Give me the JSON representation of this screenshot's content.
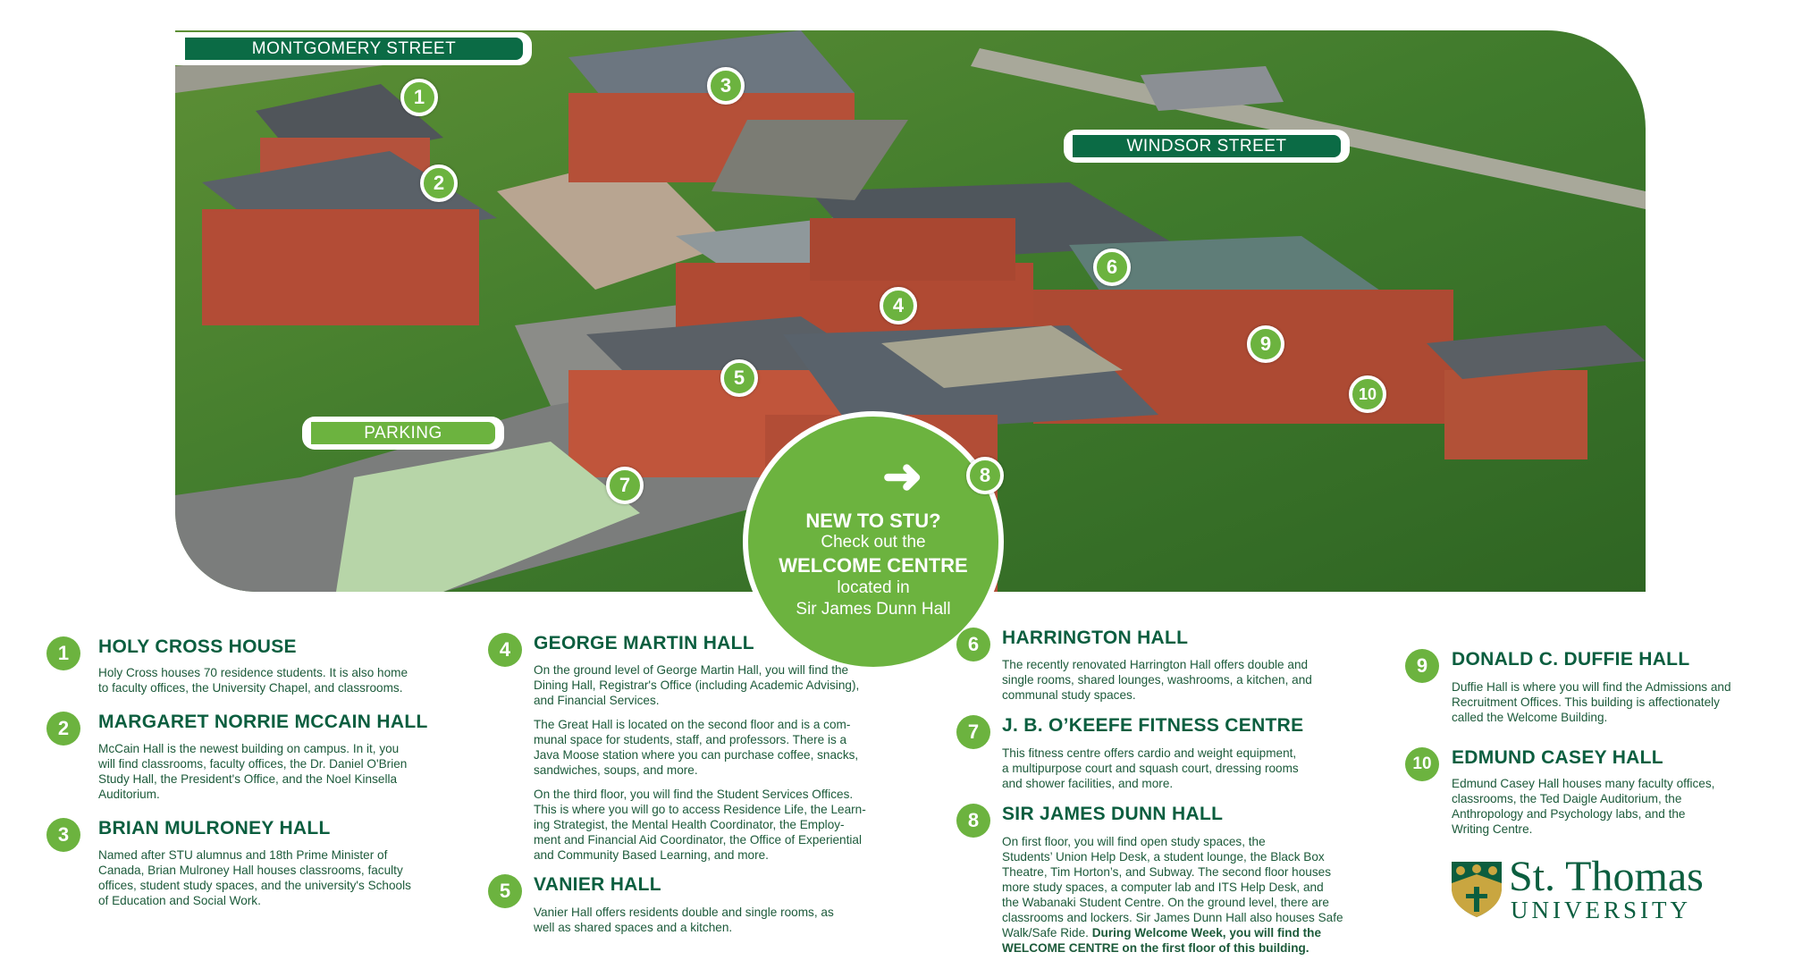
{
  "map": {
    "streets": {
      "montgomery": "MONTGOMERY STREET",
      "windsor": "WINDSOR STREET",
      "parking": "PARKING"
    },
    "markers": [
      "1",
      "2",
      "3",
      "4",
      "5",
      "6",
      "7",
      "8",
      "9",
      "10"
    ],
    "welcome": {
      "arrow_icon": "arrow-right-icon",
      "line1": "NEW TO STU?",
      "line2": "Check out the",
      "line3": "WELCOME CENTRE",
      "line4": "located in",
      "line5": "Sir James Dunn Hall"
    }
  },
  "buildings": [
    {
      "num": "1",
      "name": "HOLY CROSS HOUSE",
      "desc": "Holy Cross houses 70 residence students. It is also home\nto faculty offices, the University Chapel, and classrooms."
    },
    {
      "num": "2",
      "name": "MARGARET NORRIE MCCAIN HALL",
      "desc": "McCain Hall is the newest building on campus. In it, you\nwill find classrooms, faculty offices, the Dr. Daniel O'Brien\nStudy Hall, the President's Office, and the Noel Kinsella\nAuditorium."
    },
    {
      "num": "3",
      "name": "BRIAN MULRONEY HALL",
      "desc": "Named after STU alumnus and 18th Prime Minister of\nCanada, Brian Mulroney Hall houses classrooms, faculty\noffices, student study spaces, and the university's Schools\nof Education and Social Work."
    },
    {
      "num": "4",
      "name": "GEORGE MARTIN HALL",
      "desc": "On the ground level of George Martin Hall, you will find the\nDining Hall, Registrar's Office (including Academic Advising),\nand Financial Services.",
      "desc2": "The Great Hall is located on the second floor and is a com-\nmunal space for students, staff, and professors. There is a\nJava Moose station where you can purchase coffee, snacks,\nsandwiches, soups, and more.",
      "desc3": "On the third floor, you will find the Student Services Offices.\nThis is where you will go to access Residence Life, the Learn-\ning Strategist, the Mental Health Coordinator, the Employ-\nment and Financial Aid Coordinator, the Office of Experiential\nand Community Based Learning, and more."
    },
    {
      "num": "5",
      "name": "VANIER HALL",
      "desc": "Vanier Hall offers residents double and single rooms, as\nwell as shared spaces and a kitchen."
    },
    {
      "num": "6",
      "name": "HARRINGTON HALL",
      "desc": "The recently renovated Harrington Hall offers double and\nsingle rooms, shared lounges, washrooms, a kitchen, and\ncommunal study spaces."
    },
    {
      "num": "7",
      "name": "J. B. O’KEEFE FITNESS CENTRE",
      "desc": "This fitness centre offers cardio and weight equipment,\na multipurpose court and squash court, dressing rooms\nand shower facilities, and more."
    },
    {
      "num": "8",
      "name": "SIR JAMES DUNN HALL",
      "desc": "On first floor, you will find open study spaces, the\nStudents’ Union Help Desk, a student lounge, the Black Box\nTheatre, Tim Horton’s, and Subway. The second floor houses\nmore study spaces,  a  computer lab and ITS Help Desk, and\nthe Wabanaki  Student Centre. On the ground level, there are\nclassrooms and lockers.  Sir James Dunn Hall also houses Safe\nWalk/Safe Ride. ",
      "desc_bold": "During Welcome Week, you will find the\nWELCOME CENTRE on the first floor of this building."
    },
    {
      "num": "9",
      "name": "DONALD C. DUFFIE HALL",
      "desc": "Duffie Hall is where you will find the Admissions and\nRecruitment Offices. This building is affectionately\ncalled the Welcome Building."
    },
    {
      "num": "10",
      "name": "EDMUND CASEY HALL",
      "desc": "Edmund Casey Hall houses many faculty offices,\nclassrooms, the Ted Daigle Auditorium, the\nAnthropology and Psychology labs, and the\n Writing Centre."
    }
  ],
  "logo": {
    "line1": "St. Thomas",
    "line2": "UNIVERSITY"
  },
  "colors": {
    "dark_green": "#0b5e3f",
    "accent_green": "#6cb33f",
    "white": "#ffffff"
  }
}
